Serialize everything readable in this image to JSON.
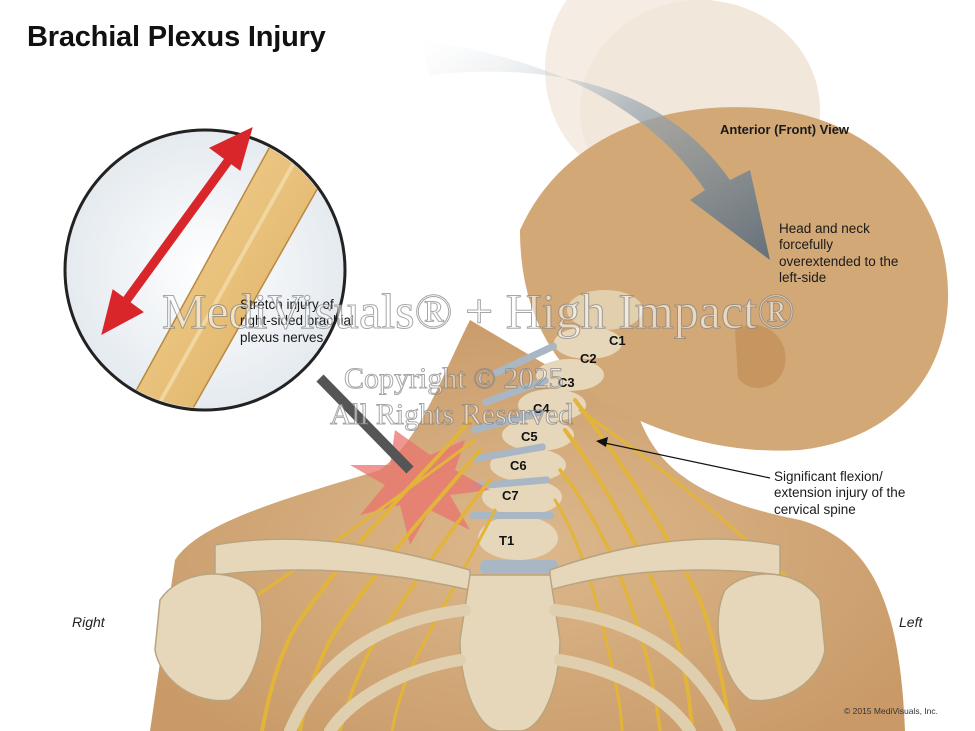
{
  "title": "Brachial Plexus Injury",
  "view_label": "Anterior (Front) View",
  "head_note": "Head and neck forcefully overextended to the left-side",
  "stretch_note": "Stretch injury of right-sided brachial plexus nerves",
  "flexion_note": "Significant flexion/ extension injury of the cervical spine",
  "vertebrae": [
    "C1",
    "C2",
    "C3",
    "C4",
    "C5",
    "C6",
    "C7",
    "T1"
  ],
  "side_right": "Right",
  "side_left": "Left",
  "copyright": "© 2015 MediVisuals, Inc.",
  "watermark": {
    "line1": "MediVisuals® + High Impact®",
    "line2": "Copyright © 2025",
    "line3": "All Rights Reserved"
  },
  "colors": {
    "skin": "#d9b384",
    "bone": "#e6d7bb",
    "nerve": "#e5b638",
    "arrow_red": "#d9262a",
    "motion_arrow": "#6f7f8c"
  }
}
